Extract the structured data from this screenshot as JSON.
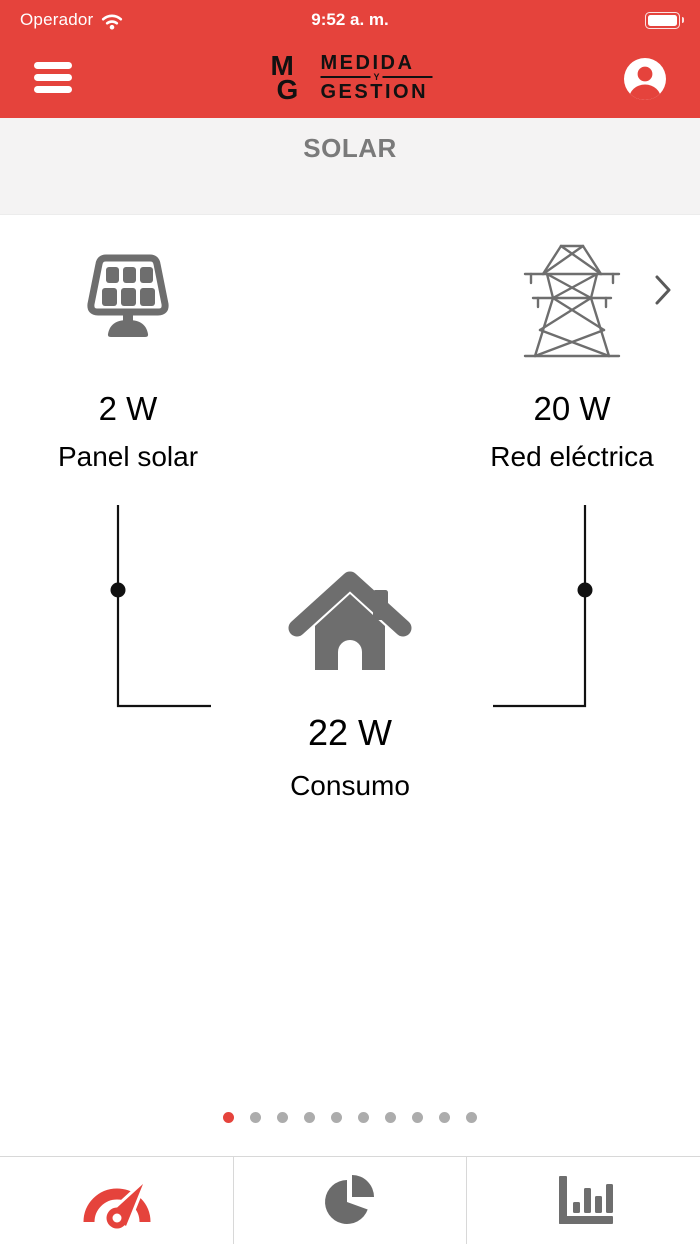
{
  "colors": {
    "accent_red": "#E5433C",
    "icon_gray": "#6E6E6E",
    "section_bg": "#F4F3F3",
    "section_title_gray": "#7A7A7A",
    "dot_inactive": "#ACACAC",
    "wire_black": "#111111"
  },
  "status_bar": {
    "carrier": "Operador",
    "time": "9:52 a. m."
  },
  "header": {
    "monogram": {
      "top": "M",
      "bottom": "G"
    },
    "logo_top": "MEDIDA",
    "logo_middle": "Y",
    "logo_bottom": "GESTION"
  },
  "section": {
    "title": "SOLAR"
  },
  "meters": {
    "solar_panel": {
      "value": "2 W",
      "label": "Panel solar",
      "icon": "solar-panel-icon"
    },
    "grid": {
      "value": "20 W",
      "label": "Red eléctrica",
      "icon": "power-tower-icon"
    },
    "consumption": {
      "value": "22 W",
      "label": "Consumo",
      "icon": "house-icon"
    }
  },
  "pagination": {
    "count": 10,
    "active_index": 0
  },
  "tab_bar": {
    "items": [
      {
        "icon": "gauge-icon",
        "active": true
      },
      {
        "icon": "pie-chart-icon",
        "active": false
      },
      {
        "icon": "bar-chart-icon",
        "active": false
      }
    ]
  }
}
